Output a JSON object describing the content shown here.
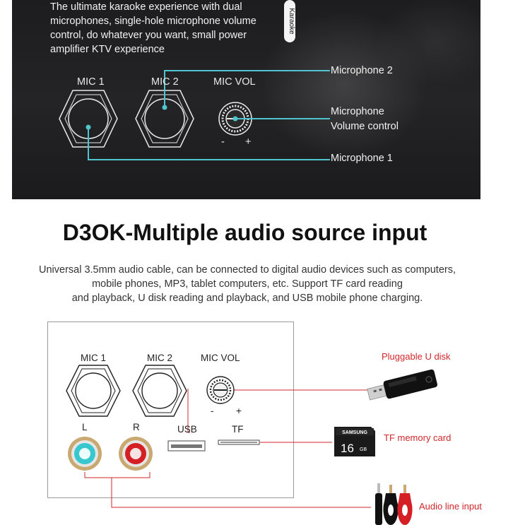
{
  "banner": {
    "intro_lines": [
      "The ultimate karaoke experience with dual",
      "microphones, single-hole microphone volume",
      "control, do whatever you want, small power",
      "amplifier KTV experience"
    ],
    "mic_badge": "Karaoke",
    "mic1_label": "MIC 1",
    "mic2_label": "MIC 2",
    "micvol_label": "MIC VOL",
    "minus": "-",
    "plus": "+",
    "callout_mic2": "Microphone 2",
    "callout_vol_line1": "Microphone",
    "callout_vol_line2": "Volume control",
    "callout_mic1": "Microphone 1"
  },
  "heading": "D3OK-Multiple audio source input",
  "description_lines": [
    "Universal 3.5mm audio cable, can be connected to digital audio devices such as computers,",
    "mobile phones, MP3, tablet computers, etc. Support TF card reading",
    "and playback, U disk reading and playback, and USB mobile phone charging."
  ],
  "panel": {
    "mic1_label": "MIC 1",
    "mic2_label": "MIC 2",
    "micvol_label": "MIC VOL",
    "minus": "-",
    "plus": "+",
    "left_label": "L",
    "right_label": "R",
    "usb_label": "USB",
    "tf_label": "TF"
  },
  "accessories": {
    "udisk_label": "Pluggable U disk",
    "tf_label": "TF memory card",
    "audio_label": "Audio line input",
    "sd_brand": "SAMSUNG",
    "sd_capacity": "16",
    "sd_unit": "GB"
  },
  "colors": {
    "banner_bg": "#1f1f21",
    "callout_line": "#4fc6cf",
    "accessory_line": "#d0272b",
    "accessory_text": "#d0272b",
    "heading": "#111111"
  }
}
